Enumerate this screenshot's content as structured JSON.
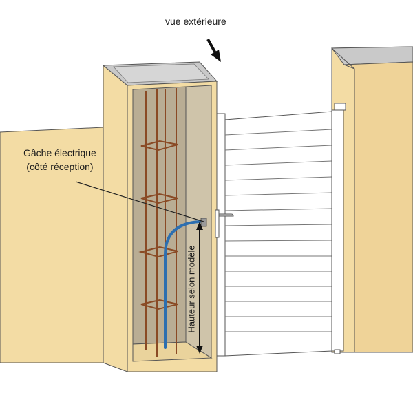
{
  "labels": {
    "view": "vue extérieure",
    "strike_line1": "Gâche électrique",
    "strike_line2": "(côté réception)",
    "height": "Hauteur selon modèle"
  },
  "colors": {
    "wall": "#f3dca4",
    "wall_side": "#e8cd8a",
    "pillar_cap": "#c9c9c9",
    "cavity_back": "#b9ad94",
    "cavity_side": "#cfc4aa",
    "rebar": "#8a4a25",
    "cable": "#2d6fb0",
    "gate": "#ffffff",
    "outline": "#333333"
  },
  "icons": {
    "view_arrow": "arrow-down-right-icon"
  }
}
